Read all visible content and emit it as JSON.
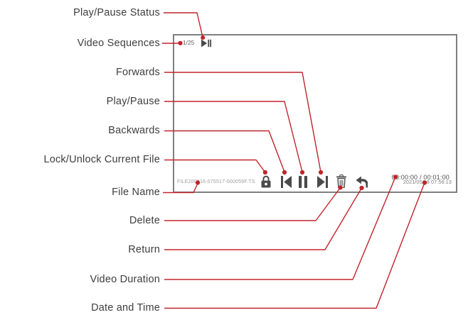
{
  "colors": {
    "callout_red": "#C2232A",
    "label_text": "#3E3E3E",
    "screen_border": "#7F7F7F",
    "icon_gray": "#4A4A4A"
  },
  "annotations": [
    {
      "label": "Play/Pause Status"
    },
    {
      "label": "Video Sequences"
    },
    {
      "label": "Forwards"
    },
    {
      "label": "Play/Pause"
    },
    {
      "label": "Backwards"
    },
    {
      "label": "Lock/Unlock Current File"
    },
    {
      "label": "File Name"
    },
    {
      "label": "Delete"
    },
    {
      "label": "Return"
    },
    {
      "label": "Video Duration"
    },
    {
      "label": "Date and Time"
    }
  ],
  "screen": {
    "sequence": "1/25",
    "file_name": "FILE200816-075517-000059F.TS",
    "duration": "00:00:00 / 00:01:00",
    "datetime": "2021/05/18 07:56:13",
    "icons": [
      {
        "name": "play-pause-status-icon"
      },
      {
        "name": "lock-icon"
      },
      {
        "name": "backwards-icon"
      },
      {
        "name": "play-pause-icon"
      },
      {
        "name": "forwards-icon"
      },
      {
        "name": "delete-icon"
      },
      {
        "name": "return-icon"
      }
    ]
  }
}
